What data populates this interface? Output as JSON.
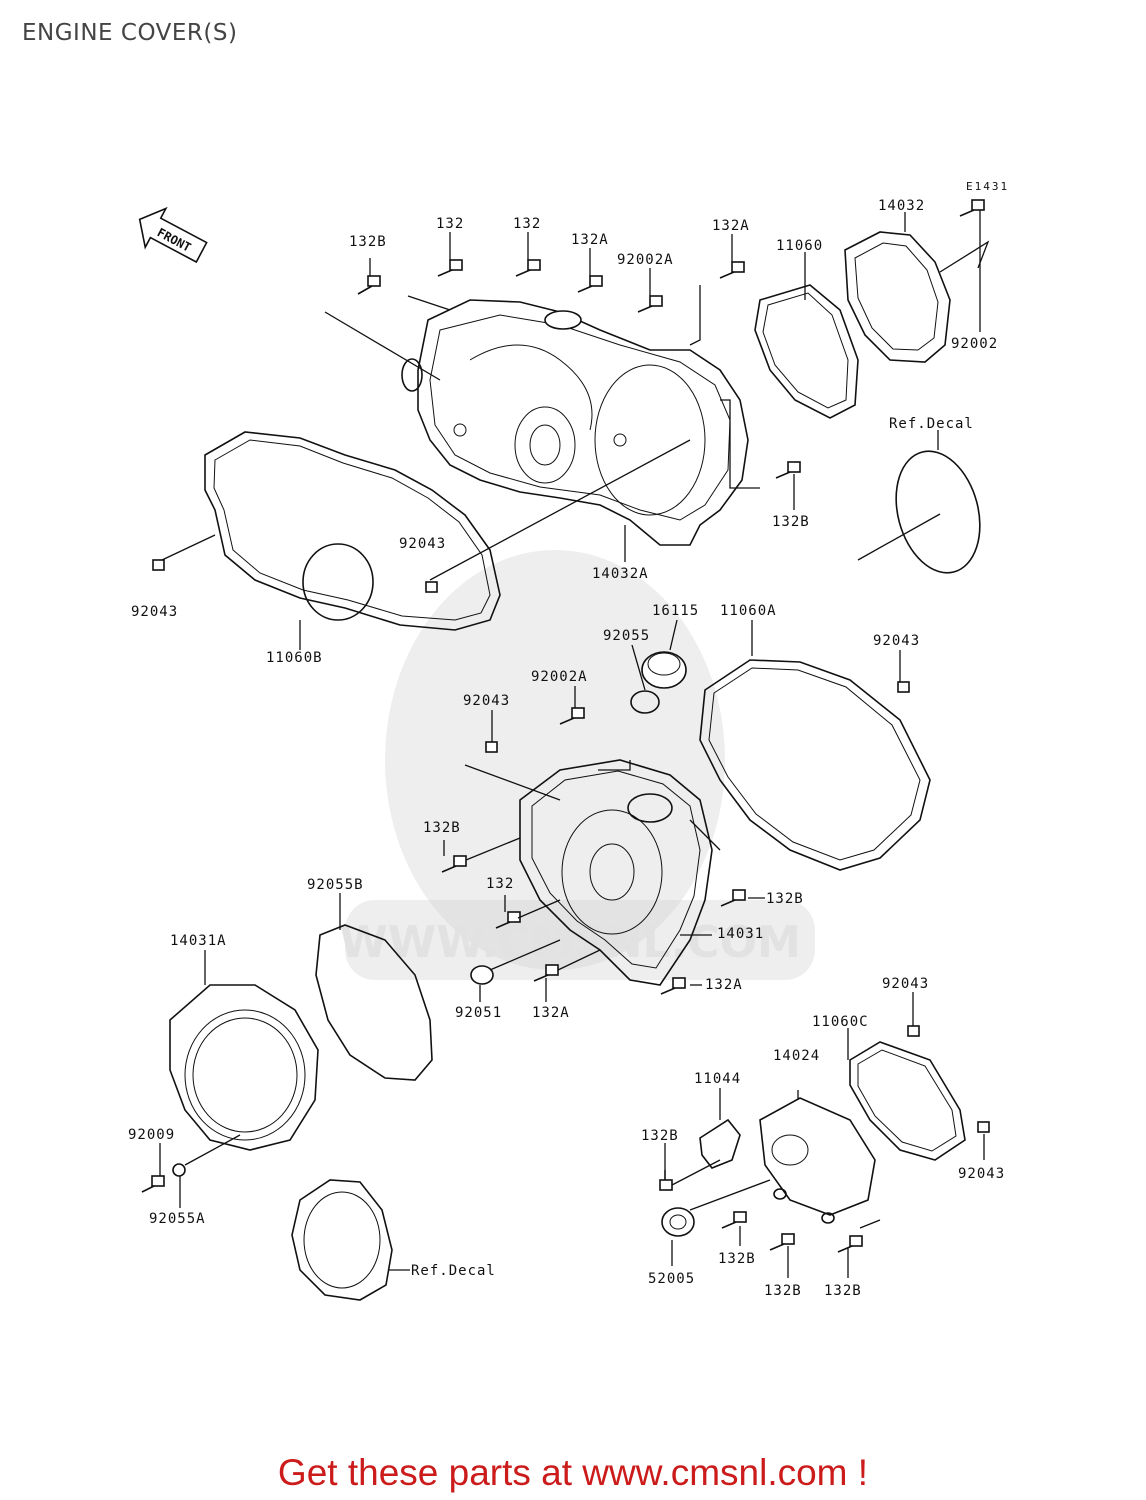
{
  "page_title": "ENGINE COVER(S)",
  "diagram_code": "E1431",
  "front_label": "FRONT",
  "banner": "Get these parts at www.cmsnl.com !",
  "watermark_text": "WWW.CMSNL.COM",
  "labels": {
    "p14032": "14032",
    "p11060": "11060",
    "p132A_top": "132A",
    "p92002A_top": "92002A",
    "p132A_2": "132A",
    "p132_1": "132",
    "p132_2": "132",
    "p132B_top": "132B",
    "p92002": "92002",
    "refdecal_top": "Ref.Decal",
    "p132B_right": "132B",
    "p14032A": "14032A",
    "p92043_a": "92043",
    "p92043_left": "92043",
    "p11060B": "11060B",
    "p16115": "16115",
    "p11060A": "11060A",
    "p92055": "92055",
    "p92043_right": "92043",
    "p92002A_mid": "92002A",
    "p92043_mid": "92043",
    "p132B_mid": "132B",
    "p92055B": "92055B",
    "p132_mid": "132",
    "p132B_mid2": "132B",
    "p14031A": "14031A",
    "p14031": "14031",
    "p132A_mid": "132A",
    "p92051": "92051",
    "p132A_mid2": "132A",
    "p92043_low": "92043",
    "p11060C": "11060C",
    "p14024": "14024",
    "p11044": "11044",
    "p132B_low": "132B",
    "p92009": "92009",
    "p92043_lowright": "92043",
    "p92055A": "92055A",
    "refdecal_bottom": "Ref.Decal",
    "p52005": "52005",
    "p132B_b1": "132B",
    "p132B_b2": "132B",
    "p132B_b3": "132B"
  }
}
